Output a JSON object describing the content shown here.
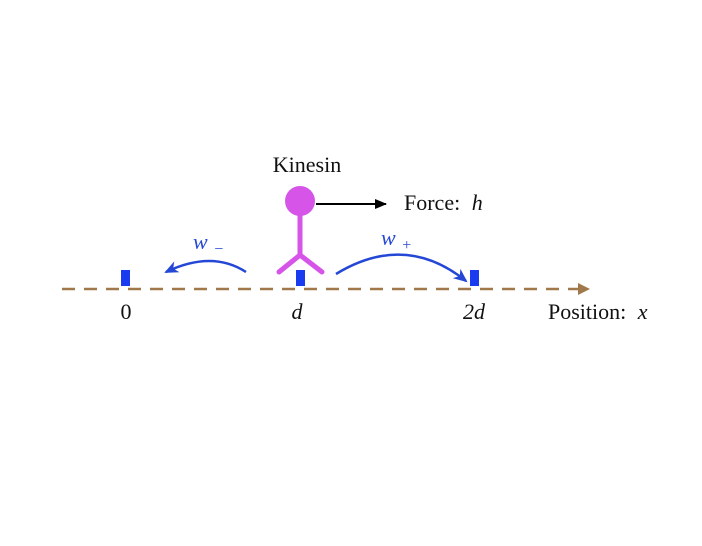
{
  "labels": {
    "kinesin": "Kinesin",
    "force_label": "Force:",
    "force_symbol": "h",
    "position_label": "Position:",
    "position_symbol": "x",
    "w_minus_base": "w",
    "w_minus_sub": "−",
    "w_plus_base": "w",
    "w_plus_sub": "+"
  },
  "sites": [
    {
      "label": "0",
      "italic": false
    },
    {
      "label": "d",
      "italic": true
    },
    {
      "label": "2d",
      "italic": true
    }
  ],
  "colors": {
    "axis": "#a0784a",
    "site": "#1a3cf0",
    "jump_arrow": "#2447d6",
    "kinesin": "#d655e8",
    "force_arrow": "#000000",
    "text": "#111111"
  }
}
